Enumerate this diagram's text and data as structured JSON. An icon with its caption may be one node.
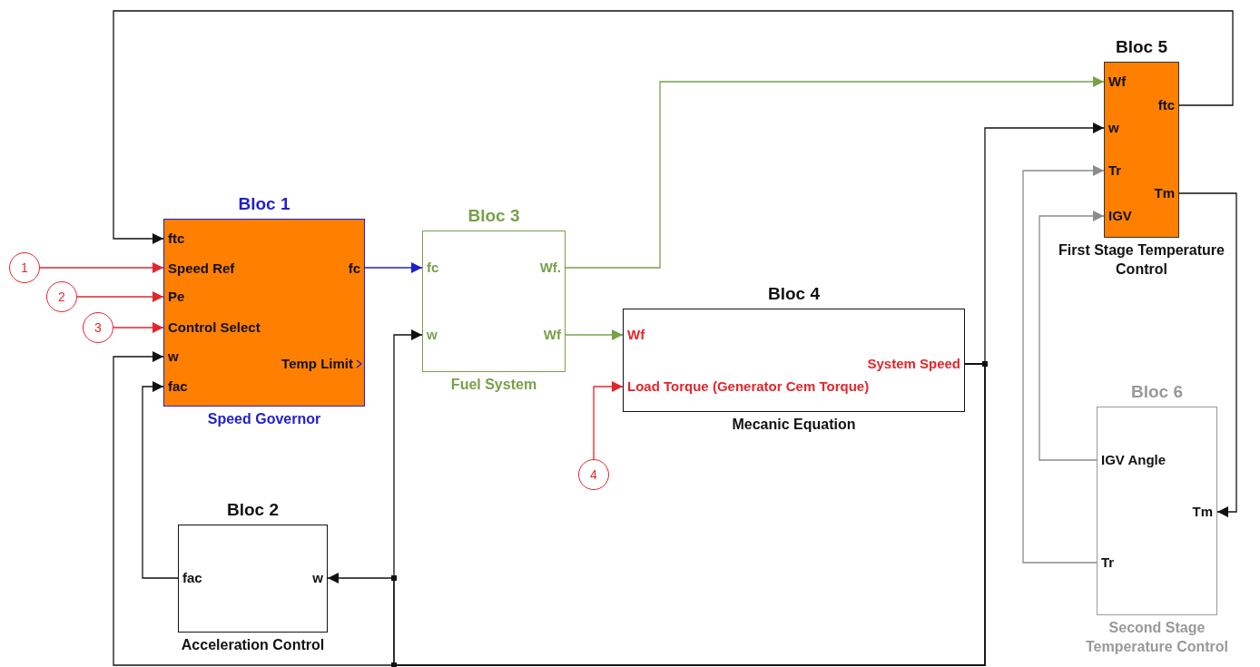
{
  "diagram": {
    "nodes": [
      {
        "text": [
          "Bloc 1",
          "ftc",
          "Speed Ref",
          "Pe",
          "Control Select",
          "w",
          "fac",
          "fc",
          "Temp Limit",
          "Speed Governor"
        ]
      },
      {
        "text": [
          "Bloc 3",
          "fc",
          "w",
          "Wf.",
          "Wf",
          "Fuel System"
        ]
      },
      {
        "text": [
          "Bloc 4",
          "Wf",
          "Load Torque (Generator Cem Torque)",
          "System Speed",
          "Mecanic Equation"
        ]
      },
      {
        "text": [
          "Bloc 2",
          "fac",
          "w",
          "Acceleration Control"
        ]
      },
      {
        "text": [
          "Bloc 5",
          "Wf",
          "w",
          "Tr",
          "IGV",
          "ftc",
          "Tm",
          "First Stage Temperature Control"
        ]
      },
      {
        "text": [
          "Bloc 6",
          "IGV Angle",
          "Tr",
          "Tm",
          "Second Stage Temperature Control"
        ]
      },
      {
        "text": [
          "1"
        ]
      },
      {
        "text": [
          "2"
        ]
      },
      {
        "text": [
          "3"
        ]
      },
      {
        "text": [
          "4"
        ]
      }
    ],
    "edges": [
      {
        "from": 4,
        "to": 0,
        "arrow": "to"
      },
      {
        "from": 6,
        "to": 0,
        "arrow": "to",
        "color": "#e3262b"
      },
      {
        "from": 7,
        "to": 0,
        "arrow": "to",
        "color": "#e3262b"
      },
      {
        "from": 8,
        "to": 0,
        "arrow": "to",
        "color": "#e3262b"
      },
      {
        "from": 0,
        "to": 1,
        "arrow": "to",
        "color": "#1f1fd0"
      },
      {
        "from": 1,
        "to": 4,
        "arrow": "to",
        "color": "#77a04a"
      },
      {
        "from": 1,
        "to": 2,
        "arrow": "to",
        "color": "#77a04a"
      },
      {
        "from": 9,
        "to": 2,
        "arrow": "to",
        "color": "#e3262b"
      },
      {
        "from": 2,
        "to": 4,
        "arrow": "to"
      },
      {
        "from": 2,
        "to": 0,
        "arrow": "to"
      },
      {
        "from": 2,
        "to": 1,
        "arrow": "to"
      },
      {
        "from": 2,
        "to": 3,
        "arrow": "to"
      },
      {
        "from": 3,
        "to": 0,
        "arrow": "to"
      },
      {
        "from": 4,
        "to": 5,
        "arrow": "to"
      },
      {
        "from": 5,
        "to": 4,
        "arrow": "to",
        "color": "#8c8c8c"
      },
      {
        "from": 5,
        "to": 4,
        "arrow": "to",
        "color": "#8c8c8c"
      }
    ]
  }
}
